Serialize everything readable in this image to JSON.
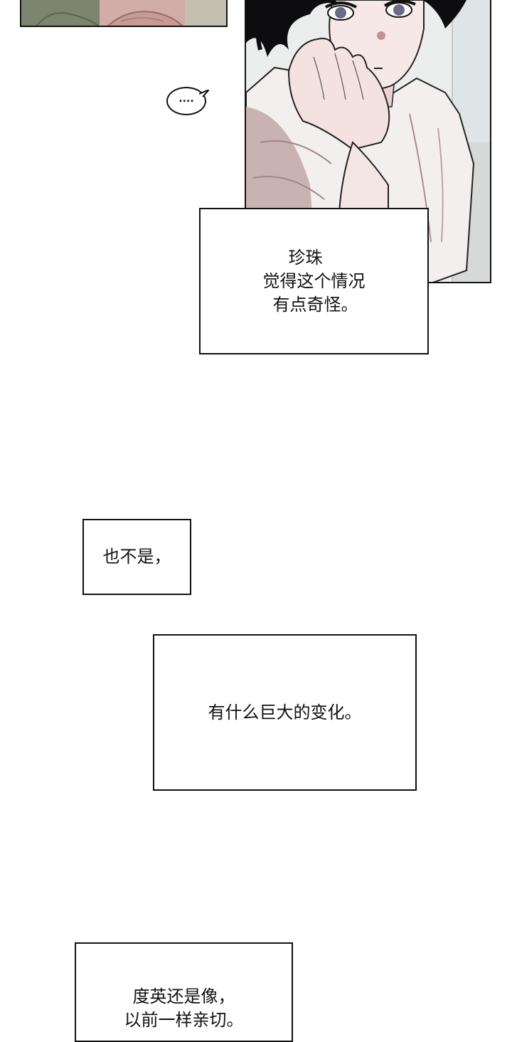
{
  "thought_bubble": {
    "text": "...."
  },
  "captions": [
    {
      "lines": [
        "珍珠",
        "觉得这个情况",
        "有点奇怪。"
      ]
    },
    {
      "lines": [
        "也不是，"
      ]
    },
    {
      "lines": [
        "有什么巨大的变化。"
      ]
    },
    {
      "lines": [
        "度英还是像，",
        "以前一样亲切。"
      ]
    }
  ],
  "colors": {
    "ink": "#111111",
    "skin": "#f3e4e1",
    "hair": "#0d0d0f",
    "shirt_shadow": "#c9b4b3",
    "blush": "#a97b7c"
  }
}
